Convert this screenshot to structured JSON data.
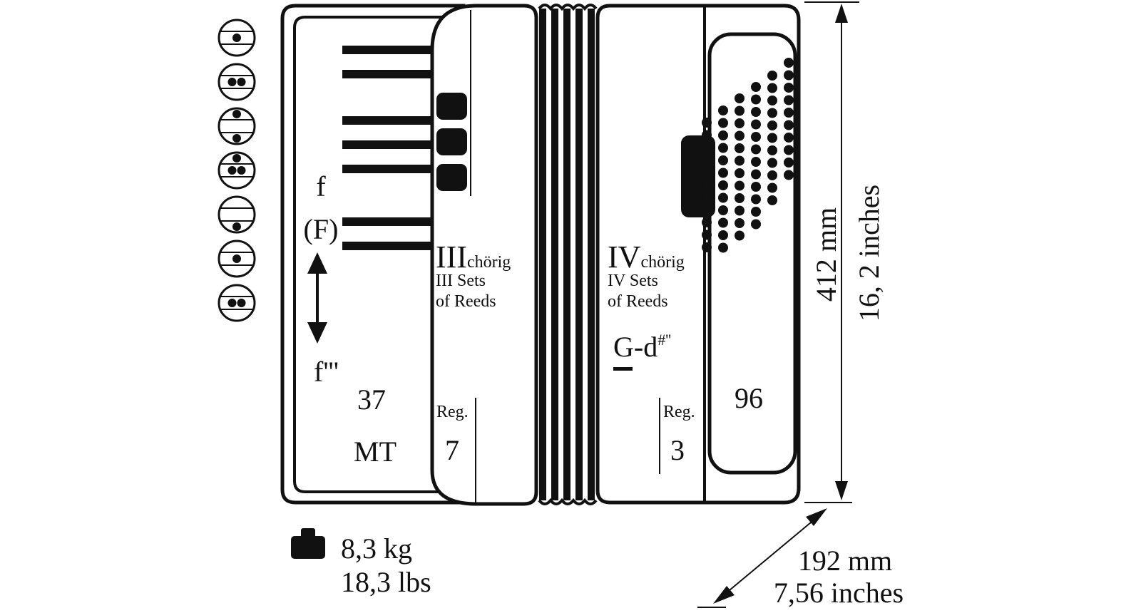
{
  "colors": {
    "ink": "#111111",
    "paper": "#ffffff"
  },
  "icons": {
    "weight": "weight-icon",
    "register_switch": "register-switch-icon"
  },
  "left_side": {
    "range_top": "f",
    "range_top_alt": "(F)",
    "range_bottom": "f'''",
    "keys_count": "37",
    "tuning": "MT",
    "reeds_roman": "III",
    "reeds_word": "chörig",
    "reeds_en_line1": "III Sets",
    "reeds_en_line2": "of Reeds",
    "register_label": "Reg.",
    "register_count": "7"
  },
  "right_side": {
    "reeds_roman": "IV",
    "reeds_word": "chörig",
    "reeds_en_line1": "IV Sets",
    "reeds_en_line2": "of Reeds",
    "bass_range_note": "G",
    "bass_range_rest": "-d",
    "bass_range_sup": "#''",
    "register_label": "Reg.",
    "register_count": "3",
    "bass_buttons_count": "96"
  },
  "dimensions": {
    "height_mm": "412 mm",
    "height_in": "16, 2 inches",
    "depth_mm": "192 mm",
    "depth_in": "7,56 inches"
  },
  "weight": {
    "kg": "8,3 kg",
    "lbs": "18,3 lbs"
  },
  "register_symbols": [
    {
      "top": 0,
      "mid": 1,
      "bottom": 0
    },
    {
      "top": 0,
      "mid": 2,
      "bottom": 0
    },
    {
      "top": 1,
      "mid": 0,
      "bottom": 1
    },
    {
      "top": 1,
      "mid": 2,
      "bottom": 0
    },
    {
      "top": 0,
      "mid": 0,
      "bottom": 1
    },
    {
      "top": 0,
      "mid": 1,
      "bottom": 0
    },
    {
      "top": 0,
      "mid": 2,
      "bottom": 0
    }
  ]
}
